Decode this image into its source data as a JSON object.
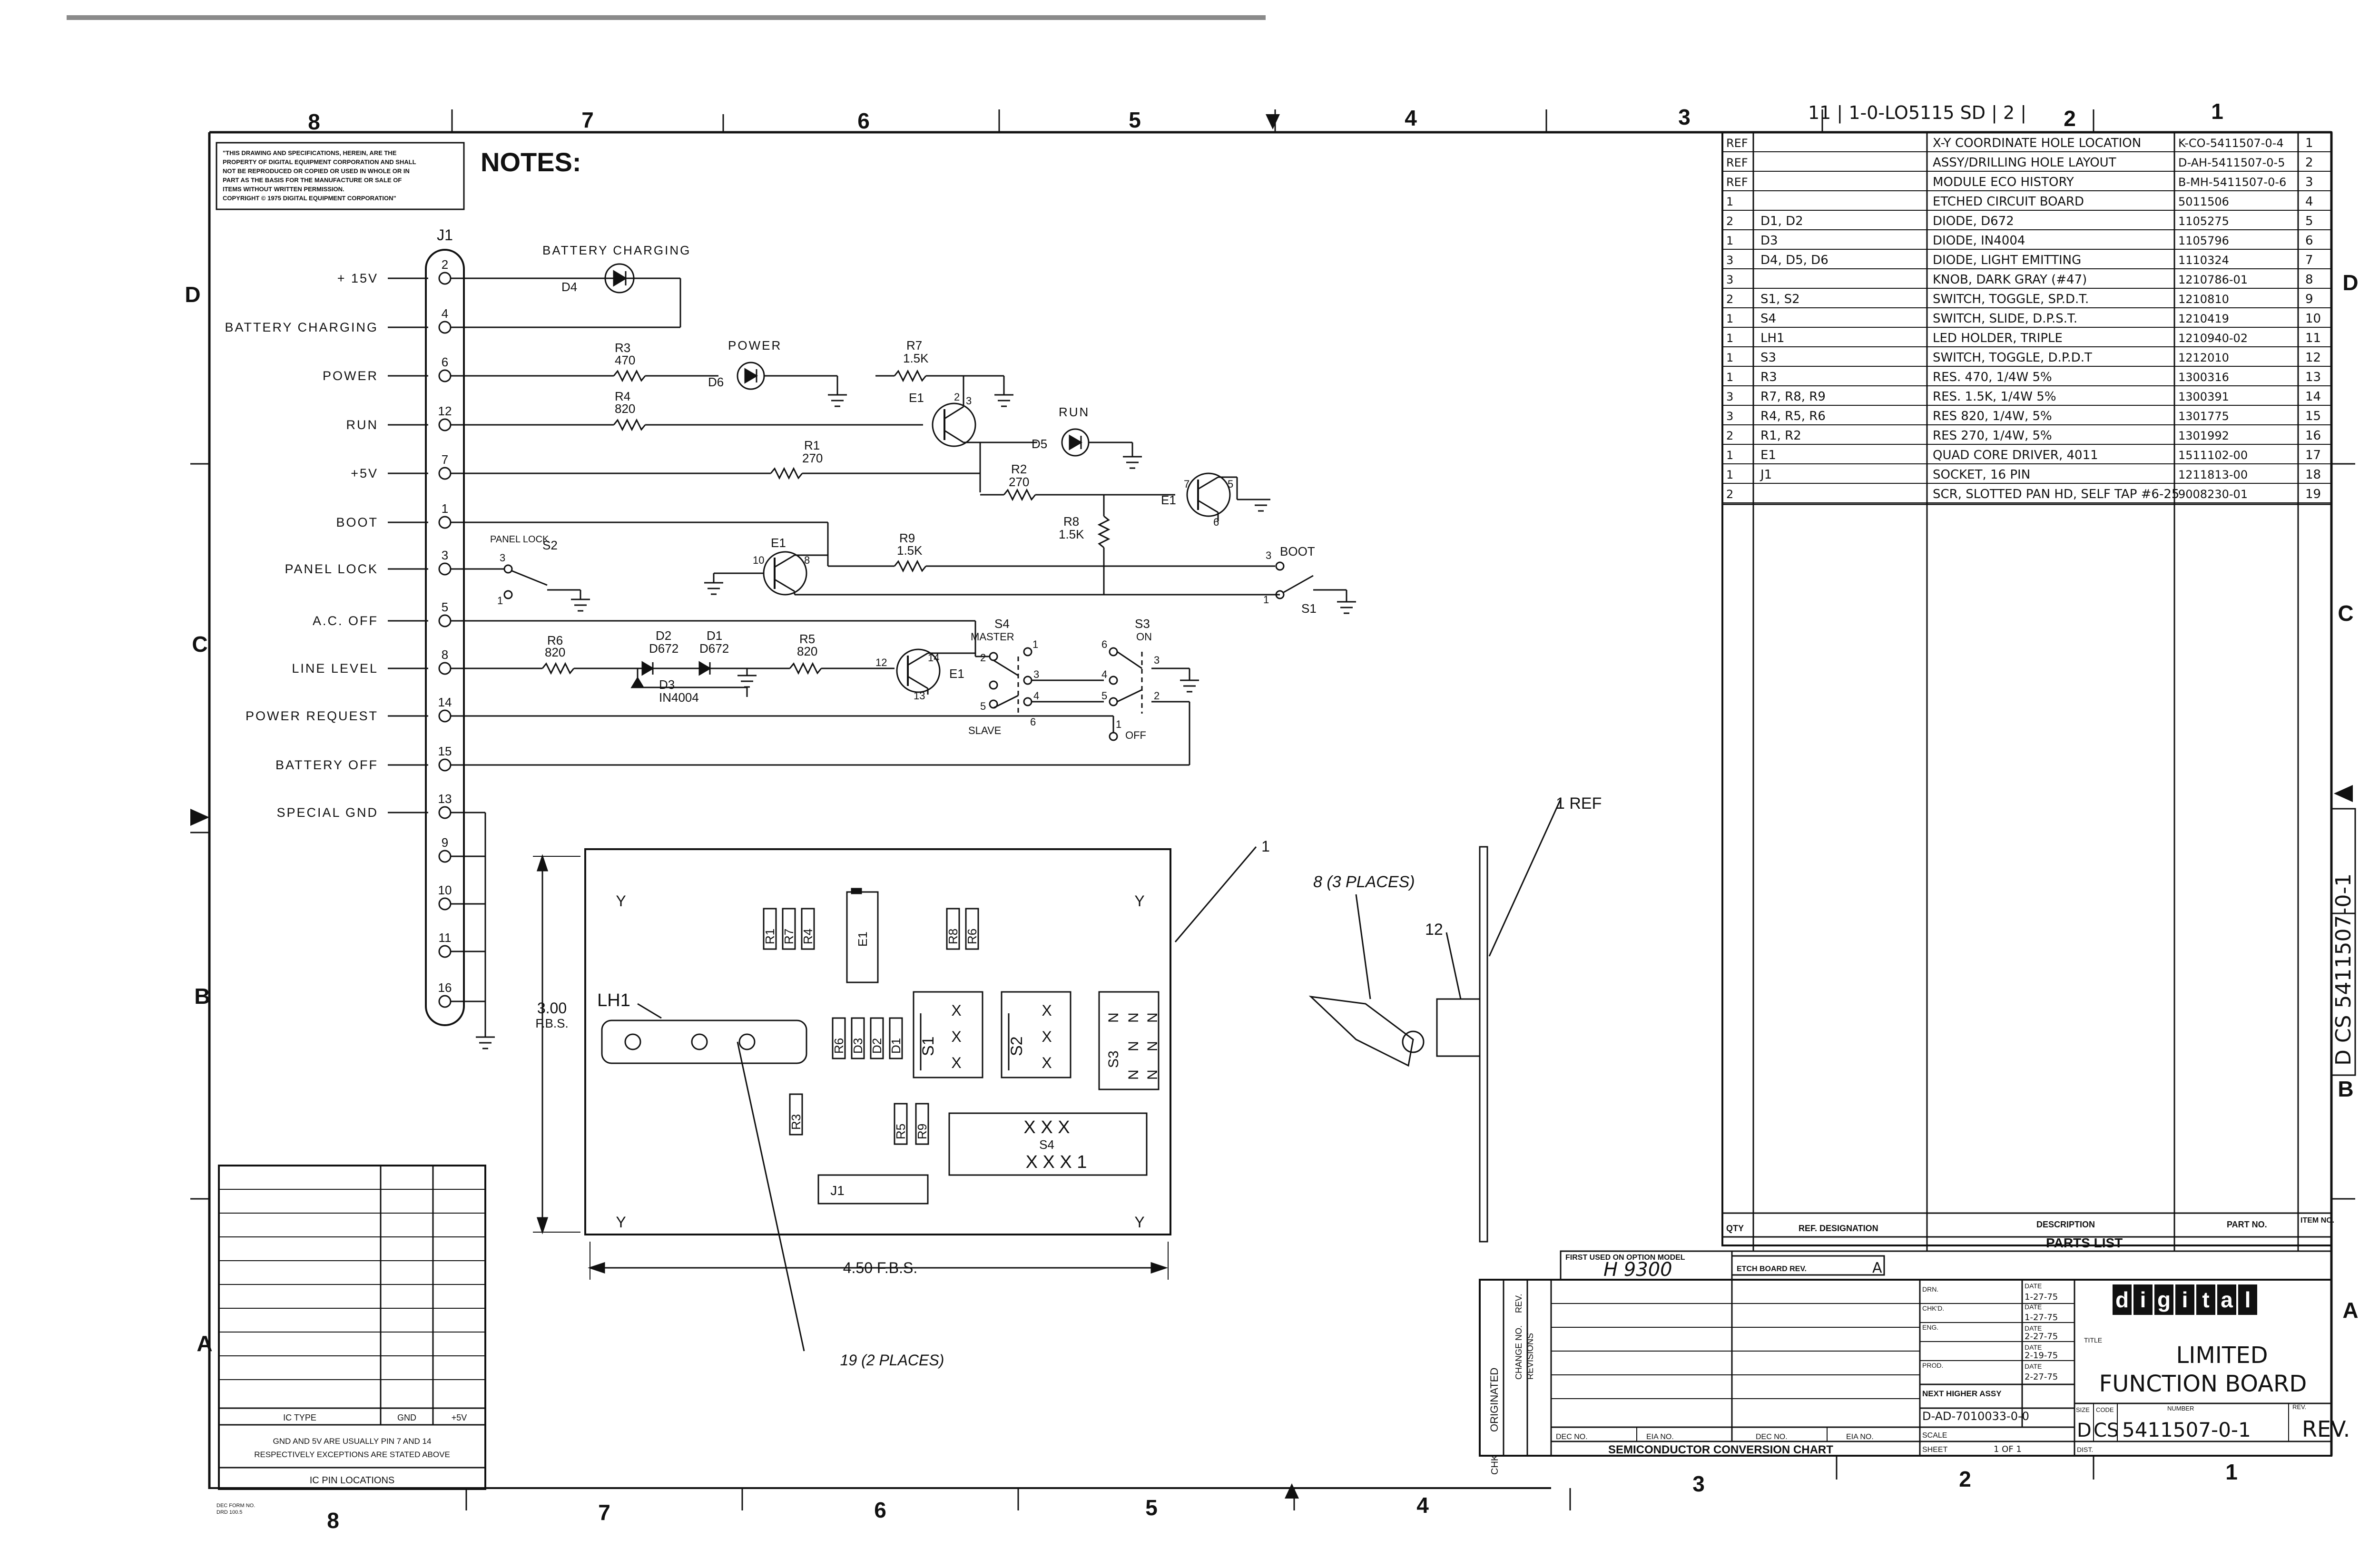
{
  "colors": {
    "ink": "#111111",
    "paper": "#ffffff",
    "scan_edge": "#8a8a8a"
  },
  "border": {
    "top_zones": [
      "8",
      "7",
      "6",
      "5",
      "4",
      "3",
      "2",
      "1"
    ],
    "bottom_zones": [
      "8",
      "7",
      "6",
      "5",
      "4",
      "3",
      "2",
      "1"
    ],
    "left_rows": [
      "D",
      "C",
      "B",
      "A"
    ],
    "right_rows": [
      "D",
      "C",
      "B",
      "A"
    ]
  },
  "notice": {
    "lines": [
      "\"THIS DRAWING AND SPECIFICATIONS, HEREIN, ARE THE",
      "PROPERTY OF DIGITAL EQUIPMENT CORPORATION AND SHALL",
      "NOT BE REPRODUCED OR COPIED OR USED IN WHOLE OR IN",
      "PART AS THE BASIS FOR THE MANUFACTURE OR SALE OF",
      "ITEMS WITHOUT WRITTEN PERMISSION.",
      "COPYRIGHT © 1975   DIGITAL EQUIPMENT CORPORATION\""
    ]
  },
  "notes_heading": "NOTES:",
  "connector": {
    "name": "J1",
    "signals": [
      {
        "label": "+ 15V",
        "pin": "2"
      },
      {
        "label": "BATTERY CHARGING",
        "pin": "4"
      },
      {
        "label": "POWER",
        "pin": "6"
      },
      {
        "label": "RUN",
        "pin": "12"
      },
      {
        "label": "+5V",
        "pin": "7"
      },
      {
        "label": "BOOT",
        "pin": "1"
      },
      {
        "label": "PANEL LOCK",
        "pin": "3"
      },
      {
        "label": "A.C. OFF",
        "pin": "5"
      },
      {
        "label": "LINE LEVEL",
        "pin": "8"
      },
      {
        "label": "POWER REQUEST",
        "pin": "14"
      },
      {
        "label": "BATTERY OFF",
        "pin": "15"
      },
      {
        "label": "SPECIAL GND",
        "pin": "13"
      }
    ],
    "ground_pins": [
      "9",
      "10",
      "11",
      "16"
    ]
  },
  "schematic": {
    "battery_charging_label": "BATTERY CHARGING",
    "d4": "D4",
    "r3": {
      "name": "R3",
      "value": "470"
    },
    "power_label": "POWER",
    "d6": "D6",
    "r4": {
      "name": "R4",
      "value": "820"
    },
    "r7": {
      "name": "R7",
      "value": "1.5K"
    },
    "e1": "E1",
    "run_label": "RUN",
    "d5": "D5",
    "r1": {
      "name": "R1",
      "value": "270"
    },
    "r2": {
      "name": "R2",
      "value": "270"
    },
    "r8": {
      "name": "R8",
      "value": "1.5K"
    },
    "r9": {
      "name": "R9",
      "value": "1.5K"
    },
    "panel_lock_label": "PANEL LOCK",
    "s2": "S2",
    "boot_label": "BOOT",
    "s1": "S1",
    "r6": {
      "name": "R6",
      "value": "820"
    },
    "d2": {
      "name": "D2",
      "value": "D672"
    },
    "d1": {
      "name": "D1",
      "value": "D672"
    },
    "d3": {
      "name": "D3",
      "value": "IN4004"
    },
    "r5": {
      "name": "R5",
      "value": "820"
    },
    "s4": "S4",
    "master": "MASTER",
    "slave": "SLAVE",
    "s3": "S3",
    "on": "ON",
    "off": "OFF",
    "pin_nums": {
      "p1": "1",
      "p2": "2",
      "p3": "3",
      "p4": "4",
      "p5": "5",
      "p6": "6",
      "p7": "7",
      "p8": "8",
      "p10": "10",
      "p12": "12",
      "p13": "13",
      "p14": "14",
      "p15": "15"
    }
  },
  "board": {
    "corner": "Y",
    "lh1": "LH1",
    "height_dim": "3.00",
    "width_dim": "4.50 F.B.S.",
    "fbs": "F.B.S.",
    "balloon_1": "1",
    "balloon_19": "19 (2 PLACES)",
    "j1": "J1",
    "e1": "E1",
    "s4_x_row1": "X X X",
    "s4_x_row2": "X X X 1",
    "s4": "S4",
    "s1": "S1",
    "s2": "S2",
    "s3": "S3",
    "x": "X",
    "n": "N",
    "resistors_top": [
      "R1",
      "R7",
      "R4"
    ],
    "resistors_right": [
      "R8",
      "R6"
    ],
    "parts_mid": [
      "R6",
      "D3",
      "D2",
      "D1"
    ],
    "r3": "R3",
    "r5": "R5",
    "r9": "R9"
  },
  "side_view": {
    "ref": "1 REF",
    "places": "8 (3 PLACES)",
    "item12": "12"
  },
  "parts_list": {
    "title": "PARTS LIST",
    "headers": {
      "qty": "QTY",
      "ref": "REF. DESIGNATION",
      "desc": "DESCRIPTION",
      "part": "PART NO.",
      "item": "ITEM NO."
    },
    "rows": [
      {
        "qty": "REF",
        "ref": "",
        "desc": "X-Y COORDINATE HOLE LOCATION",
        "part": "K-CO-5411507-0-4",
        "item": "1"
      },
      {
        "qty": "REF",
        "ref": "",
        "desc": "ASSY/DRILLING HOLE LAYOUT",
        "part": "D-AH-5411507-0-5",
        "item": "2"
      },
      {
        "qty": "REF",
        "ref": "",
        "desc": "MODULE ECO HISTORY",
        "part": "B-MH-5411507-0-6",
        "item": "3"
      },
      {
        "qty": "1",
        "ref": "",
        "desc": "ETCHED CIRCUIT BOARD",
        "part": "5011506",
        "item": "4"
      },
      {
        "qty": "2",
        "ref": "D1, D2",
        "desc": "DIODE, D672",
        "part": "1105275",
        "item": "5"
      },
      {
        "qty": "1",
        "ref": "D3",
        "desc": "DIODE, IN4004",
        "part": "1105796",
        "item": "6"
      },
      {
        "qty": "3",
        "ref": "D4, D5, D6",
        "desc": "DIODE, LIGHT EMITTING",
        "part": "1110324",
        "item": "7"
      },
      {
        "qty": "3",
        "ref": "",
        "desc": "KNOB, DARK GRAY (#47)",
        "part": "1210786-01",
        "item": "8"
      },
      {
        "qty": "2",
        "ref": "S1, S2",
        "desc": "SWITCH, TOGGLE, SP.D.T.",
        "part": "1210810",
        "item": "9"
      },
      {
        "qty": "1",
        "ref": "S4",
        "desc": "SWITCH, SLIDE, D.P.S.T.",
        "part": "1210419",
        "item": "10"
      },
      {
        "qty": "1",
        "ref": "LH1",
        "desc": "LED HOLDER, TRIPLE",
        "part": "1210940-02",
        "item": "11"
      },
      {
        "qty": "1",
        "ref": "S3",
        "desc": "SWITCH, TOGGLE, D.P.D.T",
        "part": "1212010",
        "item": "12"
      },
      {
        "qty": "1",
        "ref": "R3",
        "desc": "RES. 470, 1/4W 5%",
        "part": "1300316",
        "item": "13"
      },
      {
        "qty": "3",
        "ref": "R7, R8, R9",
        "desc": "RES. 1.5K, 1/4W 5%",
        "part": "1300391",
        "item": "14"
      },
      {
        "qty": "3",
        "ref": "R4, R5, R6",
        "desc": "RES 820, 1/4W, 5%",
        "part": "1301775",
        "item": "15"
      },
      {
        "qty": "2",
        "ref": "R1, R2",
        "desc": "RES 270, 1/4W, 5%",
        "part": "1301992",
        "item": "16"
      },
      {
        "qty": "1",
        "ref": "E1",
        "desc": "QUAD CORE DRIVER, 4011",
        "part": "1511102-00",
        "item": "17"
      },
      {
        "qty": "1",
        "ref": "J1",
        "desc": "SOCKET, 16 PIN",
        "part": "1211813-00",
        "item": "18"
      },
      {
        "qty": "2",
        "ref": "",
        "desc": "SCR, SLOTTED PAN HD, SELF TAP #6-25",
        "part": "9008230-01",
        "item": "19"
      }
    ]
  },
  "top_stamp": "11 | 1-0-LO5115 SD | 2 |",
  "title_block": {
    "first_used_label": "FIRST USED ON OPTION MODEL",
    "first_used_value": "H 9300",
    "etch_rev_label": "ETCH BOARD REV.",
    "etch_rev_value": "A",
    "drn": "DRN.",
    "chkd": "CHK'D.",
    "eng": "ENG.",
    "prod": "PROD.",
    "date": "DATE",
    "date1": "1-27-75",
    "date2": "1-27-75",
    "date3": "2-27-75",
    "date4": "2-19-75",
    "date5": "2-27-75",
    "next_assy_label": "NEXT HIGHER ASSY",
    "next_assy_value": "D-AD-7010033-0-0",
    "scale": "SCALE",
    "sheet": "SHEET",
    "sheet_value": "1 OF 1",
    "title_label": "TITLE",
    "title_line1": "LIMITED",
    "title_line2": "FUNCTION BOARD",
    "logo": [
      "d",
      "i",
      "g",
      "i",
      "t",
      "a",
      "l"
    ],
    "size_label": "SIZE",
    "code_label": "CODE",
    "number_label": "NUMBER",
    "rev_label": "REV.",
    "size": "D",
    "code": "CS",
    "number": "5411507-0-1",
    "rev": "REV.",
    "dist": "DIST.",
    "originated": "ORIGINATED",
    "change_no": "CHANGE NO.",
    "revisions": "REVISIONS",
    "chk": "CHK"
  },
  "conversion": {
    "dec_no": "DEC NO.",
    "eia_no": "EIA NO.",
    "title": "SEMICONDUCTOR CONVERSION CHART"
  },
  "ic_table": {
    "ic_type": "IC TYPE",
    "gnd": "GND",
    "plus5v": "+5V",
    "note1": "GND AND 5V ARE USUALLY PIN 7 AND 14",
    "note2": "RESPECTIVELY EXCEPTIONS ARE STATED ABOVE",
    "title": "IC PIN LOCATIONS"
  },
  "vertical_number": "D CS 5411507-0-1",
  "form_note": [
    "DEC FORM NO.",
    "DRD 100.5"
  ]
}
